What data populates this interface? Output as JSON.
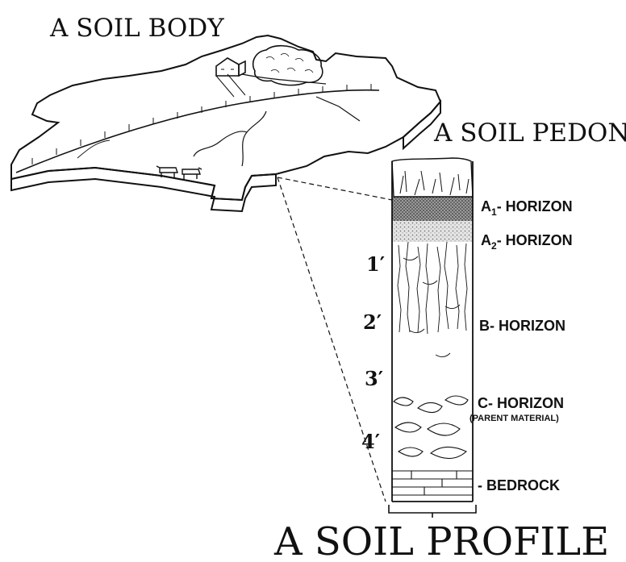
{
  "titles": {
    "soil_body": "A SOIL BODY",
    "soil_pedon": "A SOIL PEDON",
    "soil_profile": "A SOIL PROFILE"
  },
  "horizons": {
    "a1_letter": "A",
    "a1_sub": "1",
    "a1_rest": "- HORIZON",
    "a2_letter": "A",
    "a2_sub": "2",
    "a2_rest": "- HORIZON",
    "b": "B- HORIZON",
    "c": "C- HORIZON",
    "c_note": "(PARENT MATERIAL)",
    "bedrock": "- BEDROCK"
  },
  "depth_marks": [
    "1′",
    "2′",
    "3′",
    "4′"
  ],
  "colors": {
    "ink": "#111111",
    "paper": "#ffffff",
    "a1_stipple": "#6e6e6e",
    "a2_stipple": "#b5b5b5"
  }
}
